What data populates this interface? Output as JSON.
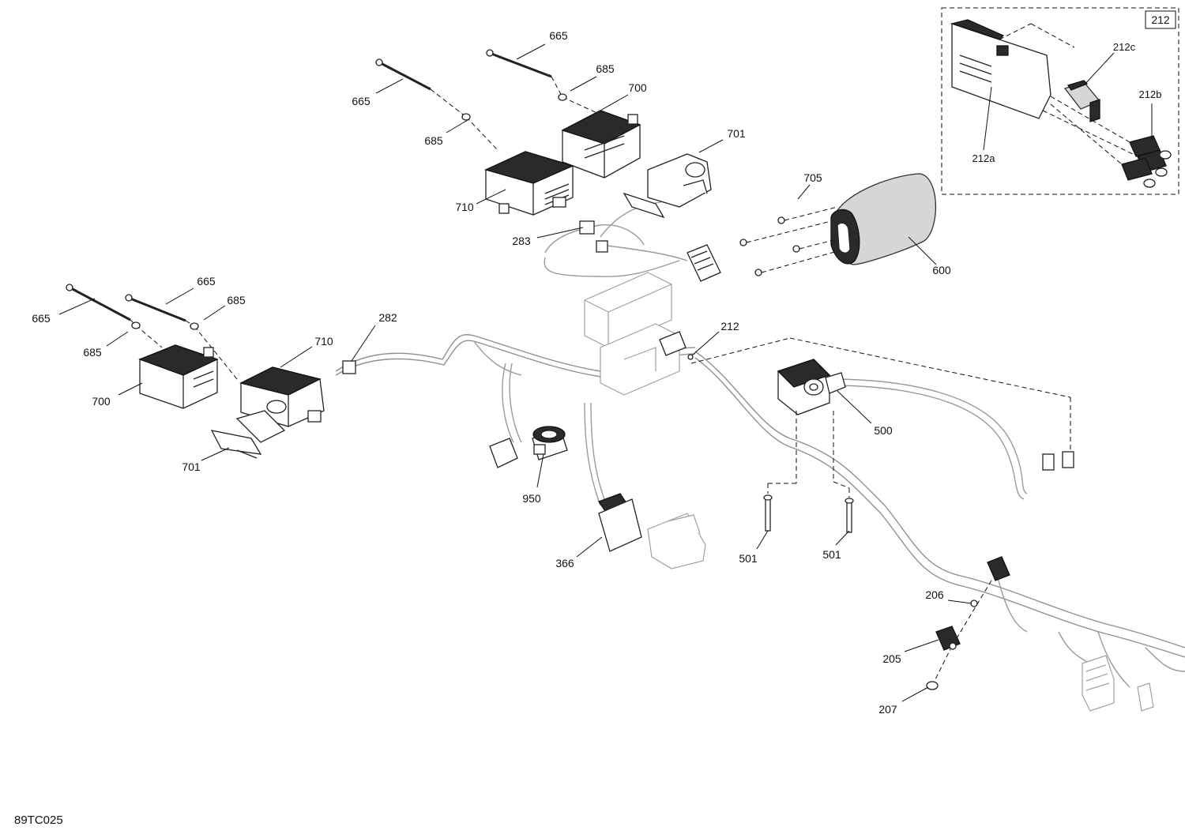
{
  "figure_code": "89TC025",
  "inset_box_label": "212",
  "callouts": {
    "c665_top_right": "665",
    "c665_top_left": "665",
    "c685_top_right": "685",
    "c685_top_left": "685",
    "c700_top": "700",
    "c701_top": "701",
    "c710_top": "710",
    "c283": "283",
    "c705": "705",
    "c600": "600",
    "c212c": "212c",
    "c212b": "212b",
    "c212a": "212a",
    "c665_left_a": "665",
    "c665_left_b": "665",
    "c685_left_a": "685",
    "c685_left_b": "685",
    "c700_left": "700",
    "c710_left": "710",
    "c701_left": "701",
    "c282": "282",
    "c212": "212",
    "c500": "500",
    "c950": "950",
    "c366": "366",
    "c501_a": "501",
    "c501_b": "501",
    "c206": "206",
    "c205": "205",
    "c207": "207"
  }
}
